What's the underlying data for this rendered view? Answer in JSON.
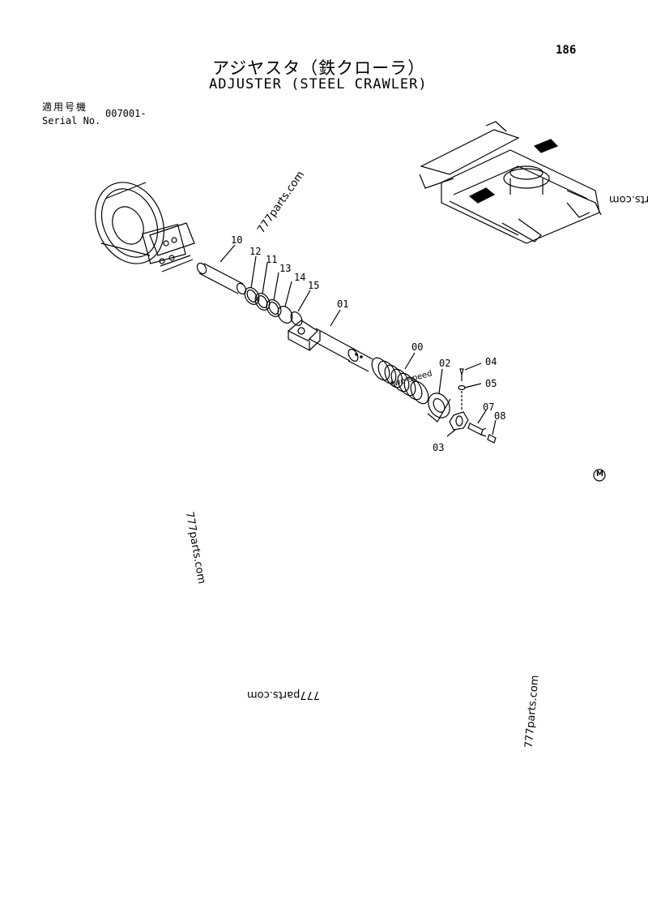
{
  "page": {
    "number": "186",
    "title_jp": "アジヤスタ（鉄クローラ）",
    "title_en": "ADJUSTER (STEEL CRAWLER)",
    "applicable_model_label": "適用号機",
    "serial_label": "Serial No.",
    "serial_value": "007001-",
    "marker": "M"
  },
  "watermarks": [
    "777parts.com",
    "arts.com",
    "777parts.com",
    "777parts.com",
    "777parts.com",
    "two-speed"
  ],
  "callouts": [
    "10",
    "12",
    "11",
    "13",
    "14",
    "15",
    "01",
    "00",
    "02",
    "04",
    "05",
    "07",
    "08",
    "03"
  ]
}
